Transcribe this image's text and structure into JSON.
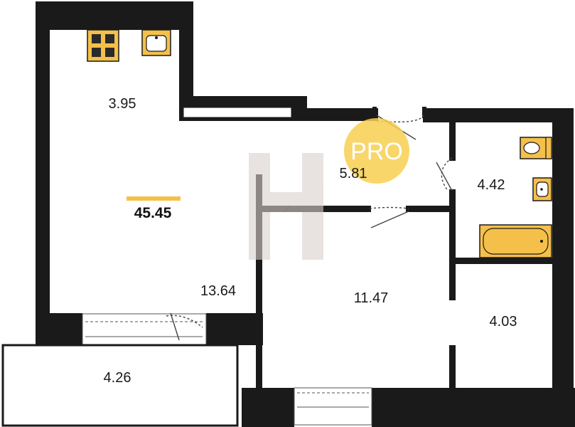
{
  "total_area": "45.45",
  "badge": {
    "text": "PRO"
  },
  "rooms": {
    "kitchen": "3.95",
    "living_room": "13.64",
    "hallway": "5.81",
    "bathroom": "4.42",
    "bedroom": "11.47",
    "storage": "4.03",
    "balcony": "4.26"
  },
  "colors": {
    "wall": "#1a1a1a",
    "fixture": "#f5c04a",
    "badge": "#f7cf4f",
    "watermark": "#d9d0cd"
  }
}
